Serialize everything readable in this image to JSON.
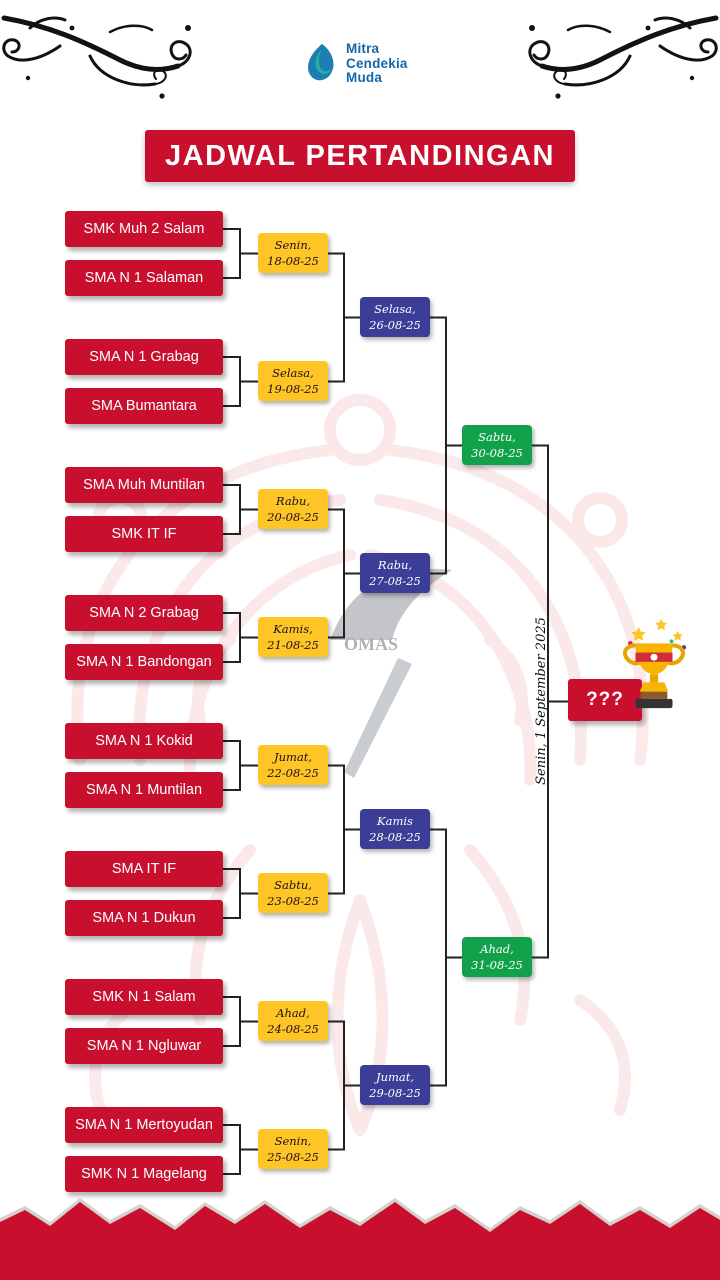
{
  "colors": {
    "red": "#C8102E",
    "yellow": "#FFC425",
    "blue": "#3C3D96",
    "green": "#12A14B",
    "logo_blue": "#1467A8"
  },
  "header": {
    "logo": {
      "name_lines": [
        "Mitra",
        "Cendekia",
        "Muda"
      ]
    },
    "title": "JADWAL PERTANDINGAN"
  },
  "bracket": {
    "teams": [
      "SMK Muh 2 Salam",
      "SMA N 1 Salaman",
      "SMA N 1 Grabag",
      "SMA Bumantara",
      "SMA Muh Muntilan",
      "SMK IT IF",
      "SMA N 2 Grabag",
      "SMA N 1 Bandongan",
      "SMA N 1 Kokid",
      "SMA N 1 Muntilan",
      "SMA IT IF",
      "SMA N 1 Dukun",
      "SMK N 1 Salam",
      "SMA N 1 Ngluwar",
      "SMA N 1 Mertoyudan",
      "SMK N 1 Magelang"
    ],
    "round1": [
      {
        "day": "Senin,",
        "date": "18-08-25"
      },
      {
        "day": "Selasa,",
        "date": "19-08-25"
      },
      {
        "day": "Rabu,",
        "date": "20-08-25"
      },
      {
        "day": "Kamis,",
        "date": "21-08-25"
      },
      {
        "day": "Jumat,",
        "date": "22-08-25"
      },
      {
        "day": "Sabtu,",
        "date": "23-08-25"
      },
      {
        "day": "Ahad,",
        "date": "24-08-25"
      },
      {
        "day": "Senin,",
        "date": "25-08-25"
      }
    ],
    "round2": [
      {
        "day": "Selasa,",
        "date": "26-08-25"
      },
      {
        "day": "Rabu,",
        "date": "27-08-25"
      },
      {
        "day": "Kamis",
        "date": "28-08-25"
      },
      {
        "day": "Jumat,",
        "date": "29-08-25"
      }
    ],
    "semifinal": [
      {
        "day": "Sabtu,",
        "date": "30-08-25"
      },
      {
        "day": "Ahad,",
        "date": "31-08-25"
      }
    ],
    "final": {
      "date_label": "Senin, 1 September 2025",
      "winner_placeholder": "???"
    }
  },
  "watermark": {
    "text": "OMAS"
  }
}
